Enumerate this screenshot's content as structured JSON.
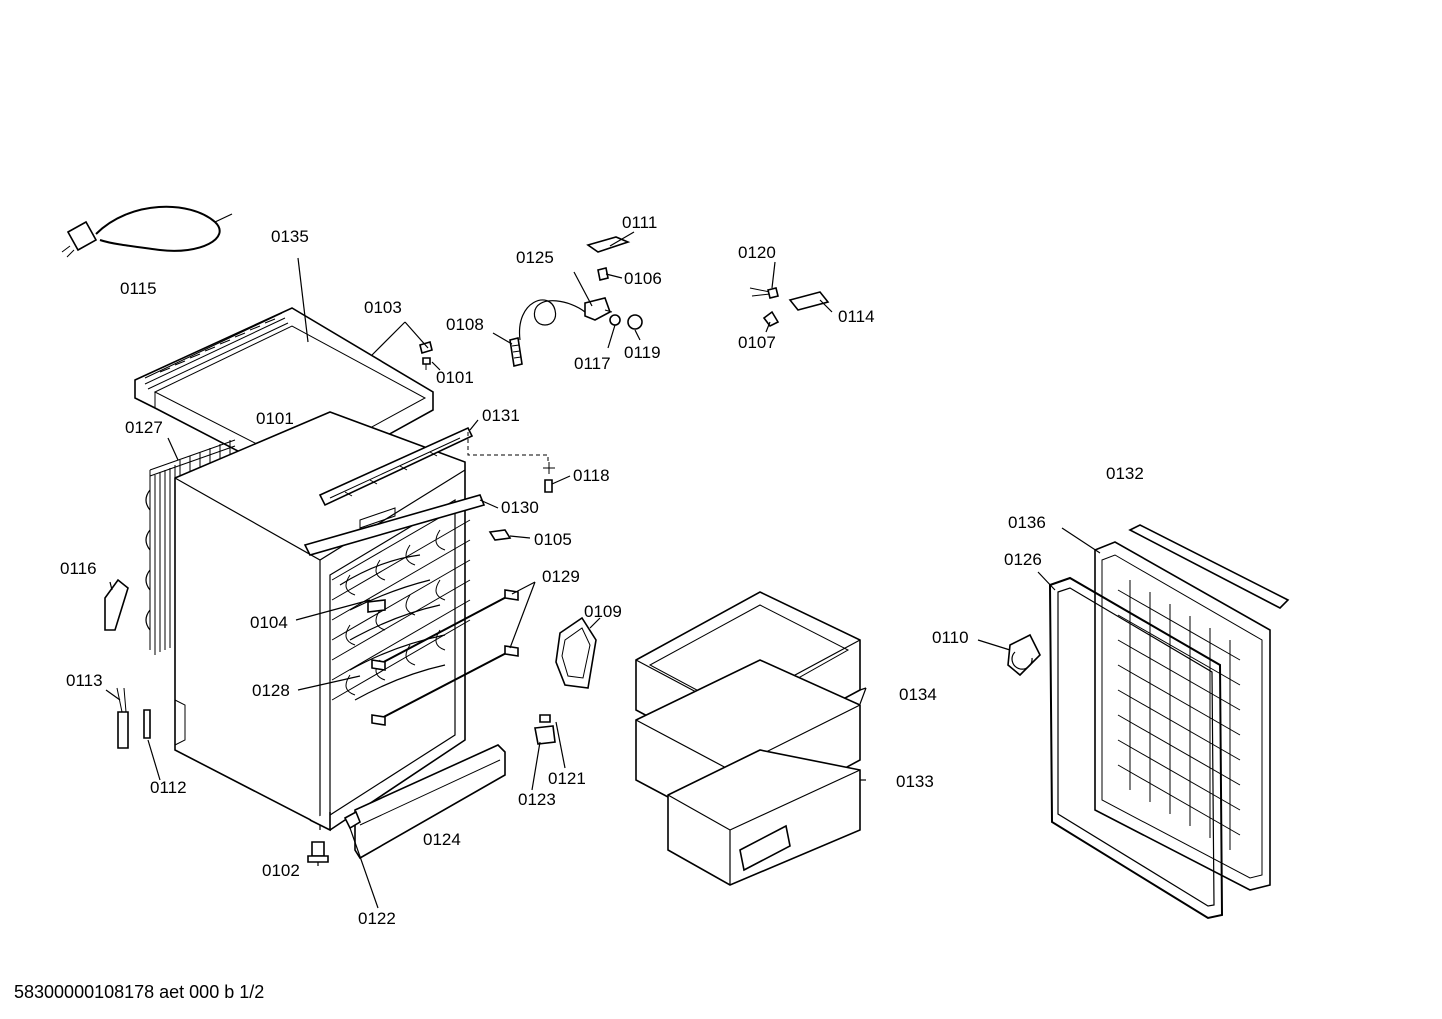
{
  "labels": {
    "0101a": "0101",
    "0101b": "0101",
    "0102": "0102",
    "0103": "0103",
    "0104": "0104",
    "0105": "0105",
    "0106": "0106",
    "0107": "0107",
    "0108": "0108",
    "0109": "0109",
    "0110": "0110",
    "0111": "0111",
    "0112": "0112",
    "0113": "0113",
    "0114": "0114",
    "0115": "0115",
    "0116": "0116",
    "0117": "0117",
    "0118": "0118",
    "0119": "0119",
    "0120": "0120",
    "0121": "0121",
    "0122": "0122",
    "0123": "0123",
    "0124": "0124",
    "0125": "0125",
    "0126": "0126",
    "0127": "0127",
    "0128": "0128",
    "0129": "0129",
    "0130": "0130",
    "0131": "0131",
    "0132": "0132",
    "0133": "0133",
    "0134": "0134",
    "0135": "0135",
    "0136": "0136"
  },
  "footer": "58300000108178 aet 000 b 1/2"
}
